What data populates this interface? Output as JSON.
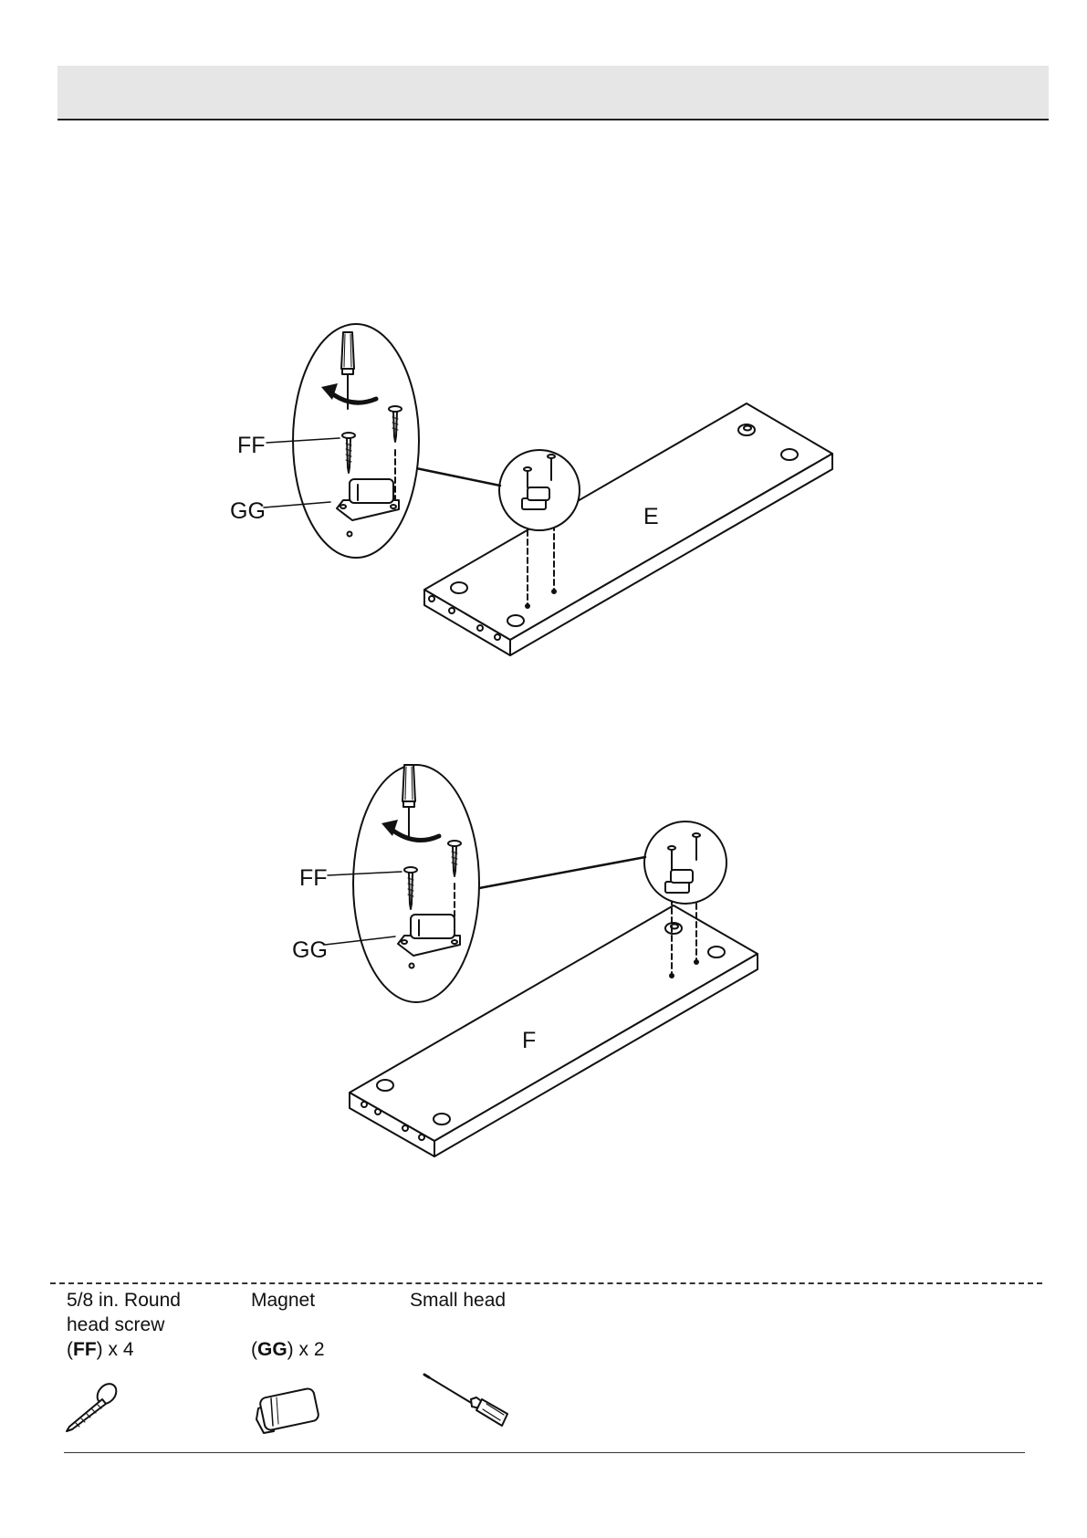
{
  "figure_top": {
    "panel_label": "E",
    "callout_screw": "FF",
    "callout_magnet": "GG"
  },
  "figure_bottom": {
    "panel_label": "F",
    "callout_screw": "FF",
    "callout_magnet": "GG"
  },
  "parts": [
    {
      "name_line1": "5/8 in. Round",
      "name_line2": "head screw",
      "code": "FF",
      "qty": "x 4",
      "icon": "screw-icon"
    },
    {
      "name_line1": "Magnet",
      "name_line2": "",
      "code": "GG",
      "qty": "x 2",
      "icon": "magnet-icon"
    },
    {
      "name_line1": "Small head",
      "name_line2": "",
      "code": "",
      "qty": "",
      "icon": "screwdriver-icon"
    }
  ]
}
